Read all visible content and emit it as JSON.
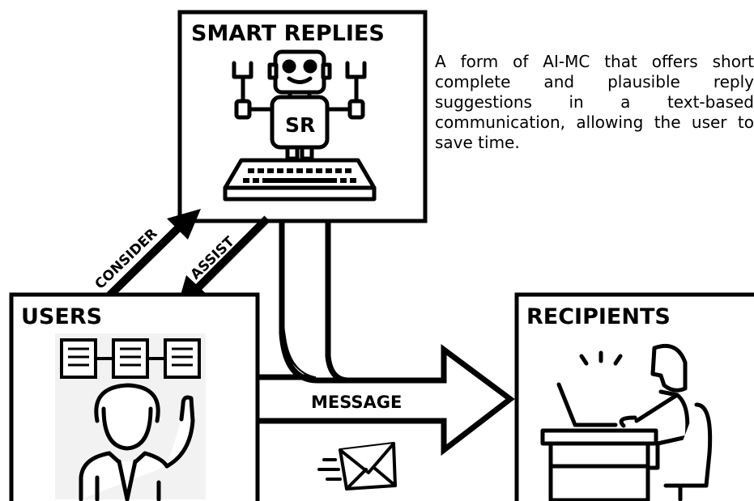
{
  "diagram": {
    "smart_replies_title": "SMART REPLIES",
    "robot_chest_label": "SR",
    "users_title": "USERS",
    "recipients_title": "RECIPIENTS",
    "consider_label": "CONSIDER",
    "assist_label": "ASSIST",
    "message_label": "MESSAGE",
    "description": "A form of AI-MC that offers short complete and plausible reply suggestions in a text-based communication, allowing the user to save time."
  }
}
